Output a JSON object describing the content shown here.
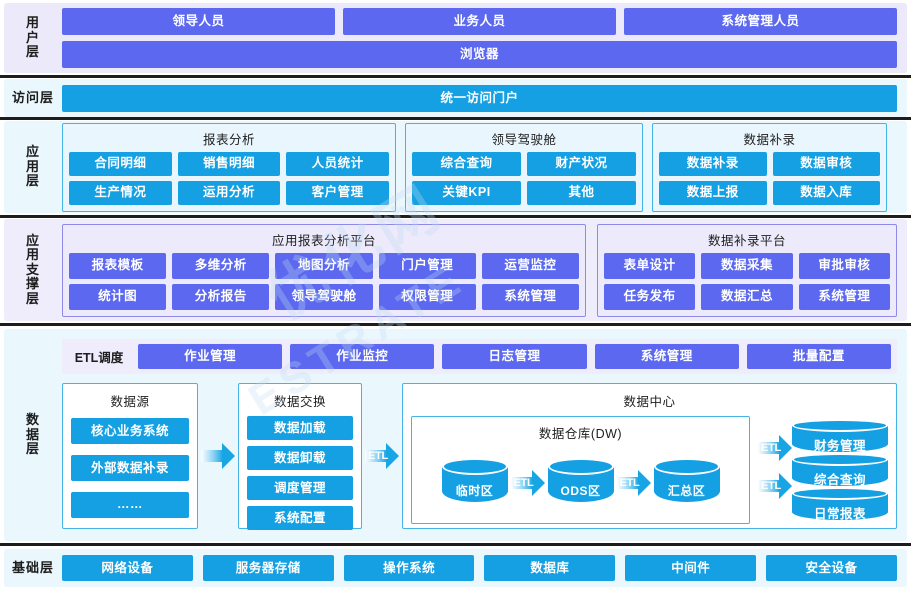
{
  "layers": {
    "user": {
      "label": "用户层",
      "roles": [
        "领导人员",
        "业务人员",
        "系统管理人员"
      ],
      "browser": "浏览器"
    },
    "access": {
      "label": "访问层",
      "portal": "统一访问门户"
    },
    "application": {
      "label": "应用层",
      "groups": [
        {
          "title": "报表分析",
          "rows": [
            [
              "合同明细",
              "销售明细",
              "人员统计"
            ],
            [
              "生产情况",
              "运用分析",
              "客户管理"
            ]
          ]
        },
        {
          "title": "领导驾驶舱",
          "rows": [
            [
              "综合查询",
              "财产状况"
            ],
            [
              "关键KPI",
              "其他"
            ]
          ]
        },
        {
          "title": "数据补录",
          "rows": [
            [
              "数据补录",
              "数据审核"
            ],
            [
              "数据上报",
              "数据入库"
            ]
          ]
        }
      ]
    },
    "support": {
      "label": "应用支撑层",
      "groups": [
        {
          "title": "应用报表分析平台",
          "rows": [
            [
              "报表模板",
              "多维分析",
              "地图分析",
              "门户管理",
              "运营监控"
            ],
            [
              "统计图",
              "分析报告",
              "领导驾驶舱",
              "权限管理",
              "系统管理"
            ]
          ]
        },
        {
          "title": "数据补录平台",
          "rows": [
            [
              "表单设计",
              "数据采集",
              "审批审核"
            ],
            [
              "任务发布",
              "数据汇总",
              "系统管理"
            ]
          ]
        }
      ]
    },
    "data": {
      "label": "数据层",
      "etl_schedule": {
        "label": "ETL调度",
        "items": [
          "作业管理",
          "作业监控",
          "日志管理",
          "系统管理",
          "批量配置"
        ]
      },
      "source_panel": {
        "title": "数据源",
        "items": [
          "核心业务系统",
          "外部数据补录",
          "……"
        ]
      },
      "exchange_panel": {
        "title": "数据交换",
        "items": [
          "数据加载",
          "数据卸载",
          "调度管理",
          "系统配置"
        ]
      },
      "center_panel": {
        "title": "数据中心",
        "warehouse": {
          "title": "数据仓库(DW)",
          "zones": [
            "临时区",
            "ODS区",
            "汇总区"
          ]
        },
        "outputs": [
          "财务管理",
          "综合查询",
          "日常报表"
        ]
      },
      "arrow_label": "ETL"
    },
    "base": {
      "label": "基础层",
      "items": [
        "网络设备",
        "服务器存储",
        "操作系统",
        "数据库",
        "中间件",
        "安全设备"
      ]
    }
  },
  "watermark": {
    "line1": "优化网",
    "line2": "ESTRATE"
  },
  "colors": {
    "violet_pill": "#5b68ef",
    "cyan_pill": "#14a0e2",
    "user_band_bg": "#ebe9fa",
    "ice_band_bg": "#eaf7fd",
    "lavender_band_bg": "#efedfb",
    "group_border_cyan": "#46b3e6",
    "group_border_violet": "#8d8ae8"
  }
}
